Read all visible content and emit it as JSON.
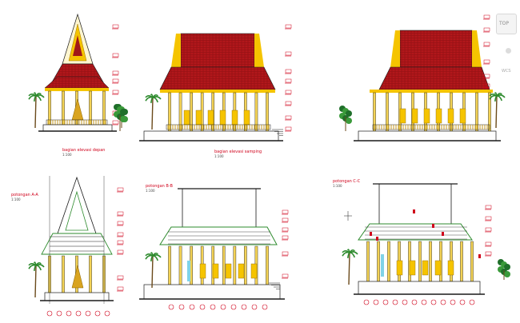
{
  "drawing": {
    "view_labels": [
      {
        "id": "mid-top",
        "title": "bagian elevasi depan",
        "scale": "1:100"
      },
      {
        "id": "right-top",
        "title": "bagian elevasi samping",
        "scale": "1:100"
      },
      {
        "id": "left-bottom",
        "title": "potongan A-A",
        "scale": "1:100"
      },
      {
        "id": "mid-bottom",
        "title": "potongan B-B",
        "scale": "1:100"
      },
      {
        "id": "right-bottom",
        "title": "potongan C-C",
        "scale": "1:100"
      }
    ],
    "navigation": {
      "cube_label": "TOP",
      "wcs_label": "WCS"
    },
    "colors": {
      "roof": "#b2171b",
      "roof_tile": "#8c0f12",
      "gold": "#f5c400",
      "column": "#f3d255",
      "outline": "#1a1a1a",
      "dimension": "#d0021b",
      "plant": "#2e8b2e"
    }
  }
}
